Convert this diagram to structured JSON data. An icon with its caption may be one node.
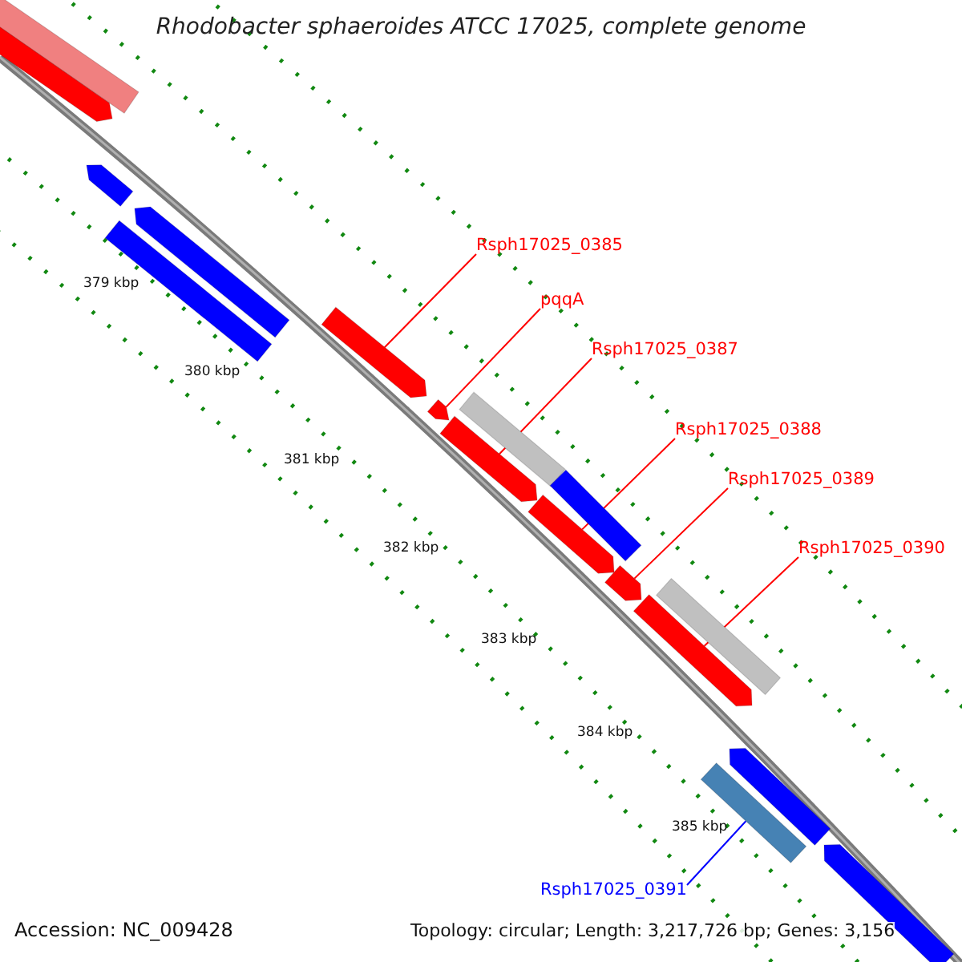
{
  "diagram": {
    "title": "Rhodobacter sphaeroides ATCC 17025, complete genome",
    "nodes": [
      {
        "text": [
          "Rsph17025_0385"
        ]
      },
      {
        "text": [
          "pqqA"
        ]
      },
      {
        "text": [
          "Rsph17025_0387"
        ]
      },
      {
        "text": [
          "Rsph17025_0388"
        ]
      },
      {
        "text": [
          "Rsph17025_0389"
        ]
      },
      {
        "text": [
          "Rsph17025_0390"
        ]
      },
      {
        "text": [
          "Rsph17025_0391"
        ]
      },
      {
        "text": [],
        "shape": "arrow"
      },
      {
        "text": [],
        "shape": "arrow"
      },
      {
        "text": [],
        "shape": "arrow"
      },
      {
        "text": [],
        "shape": "arrow"
      },
      {
        "text": [],
        "shape": "arrow"
      },
      {
        "text": [],
        "shape": "arrow"
      },
      {
        "text": [],
        "shape": "bar"
      },
      {
        "text": [],
        "shape": "bar"
      },
      {
        "text": [],
        "shape": "arrow"
      },
      {
        "text": [],
        "shape": "arrow"
      },
      {
        "text": [],
        "shape": "arrow"
      },
      {
        "text": [],
        "shape": "bar"
      },
      {
        "text": [],
        "shape": "bar"
      },
      {
        "text": [],
        "shape": "bar"
      },
      {
        "text": [],
        "shape": "bar"
      },
      {
        "text": [],
        "shape": "arrow"
      },
      {
        "text": [],
        "shape": "arrow"
      }
    ],
    "edges": [
      {
        "from": 0,
        "to": 7,
        "arrow": "none"
      },
      {
        "from": 1,
        "to": 8,
        "arrow": "none"
      },
      {
        "from": 2,
        "to": 9,
        "arrow": "none"
      },
      {
        "from": 3,
        "to": 10,
        "arrow": "none"
      },
      {
        "from": 4,
        "to": 11,
        "arrow": "none"
      },
      {
        "from": 5,
        "to": 12,
        "arrow": "none"
      },
      {
        "from": 6,
        "to": 13,
        "arrow": "none",
        "color": "#0000ff"
      }
    ],
    "labels": [
      "379 kbp",
      "380 kbp",
      "381 kbp",
      "382 kbp",
      "383 kbp",
      "384 kbp",
      "385 kbp",
      "Accession: NC_009428",
      "Topology: circular; Length: 3,217,726 bp; Genes: 3,156"
    ]
  }
}
